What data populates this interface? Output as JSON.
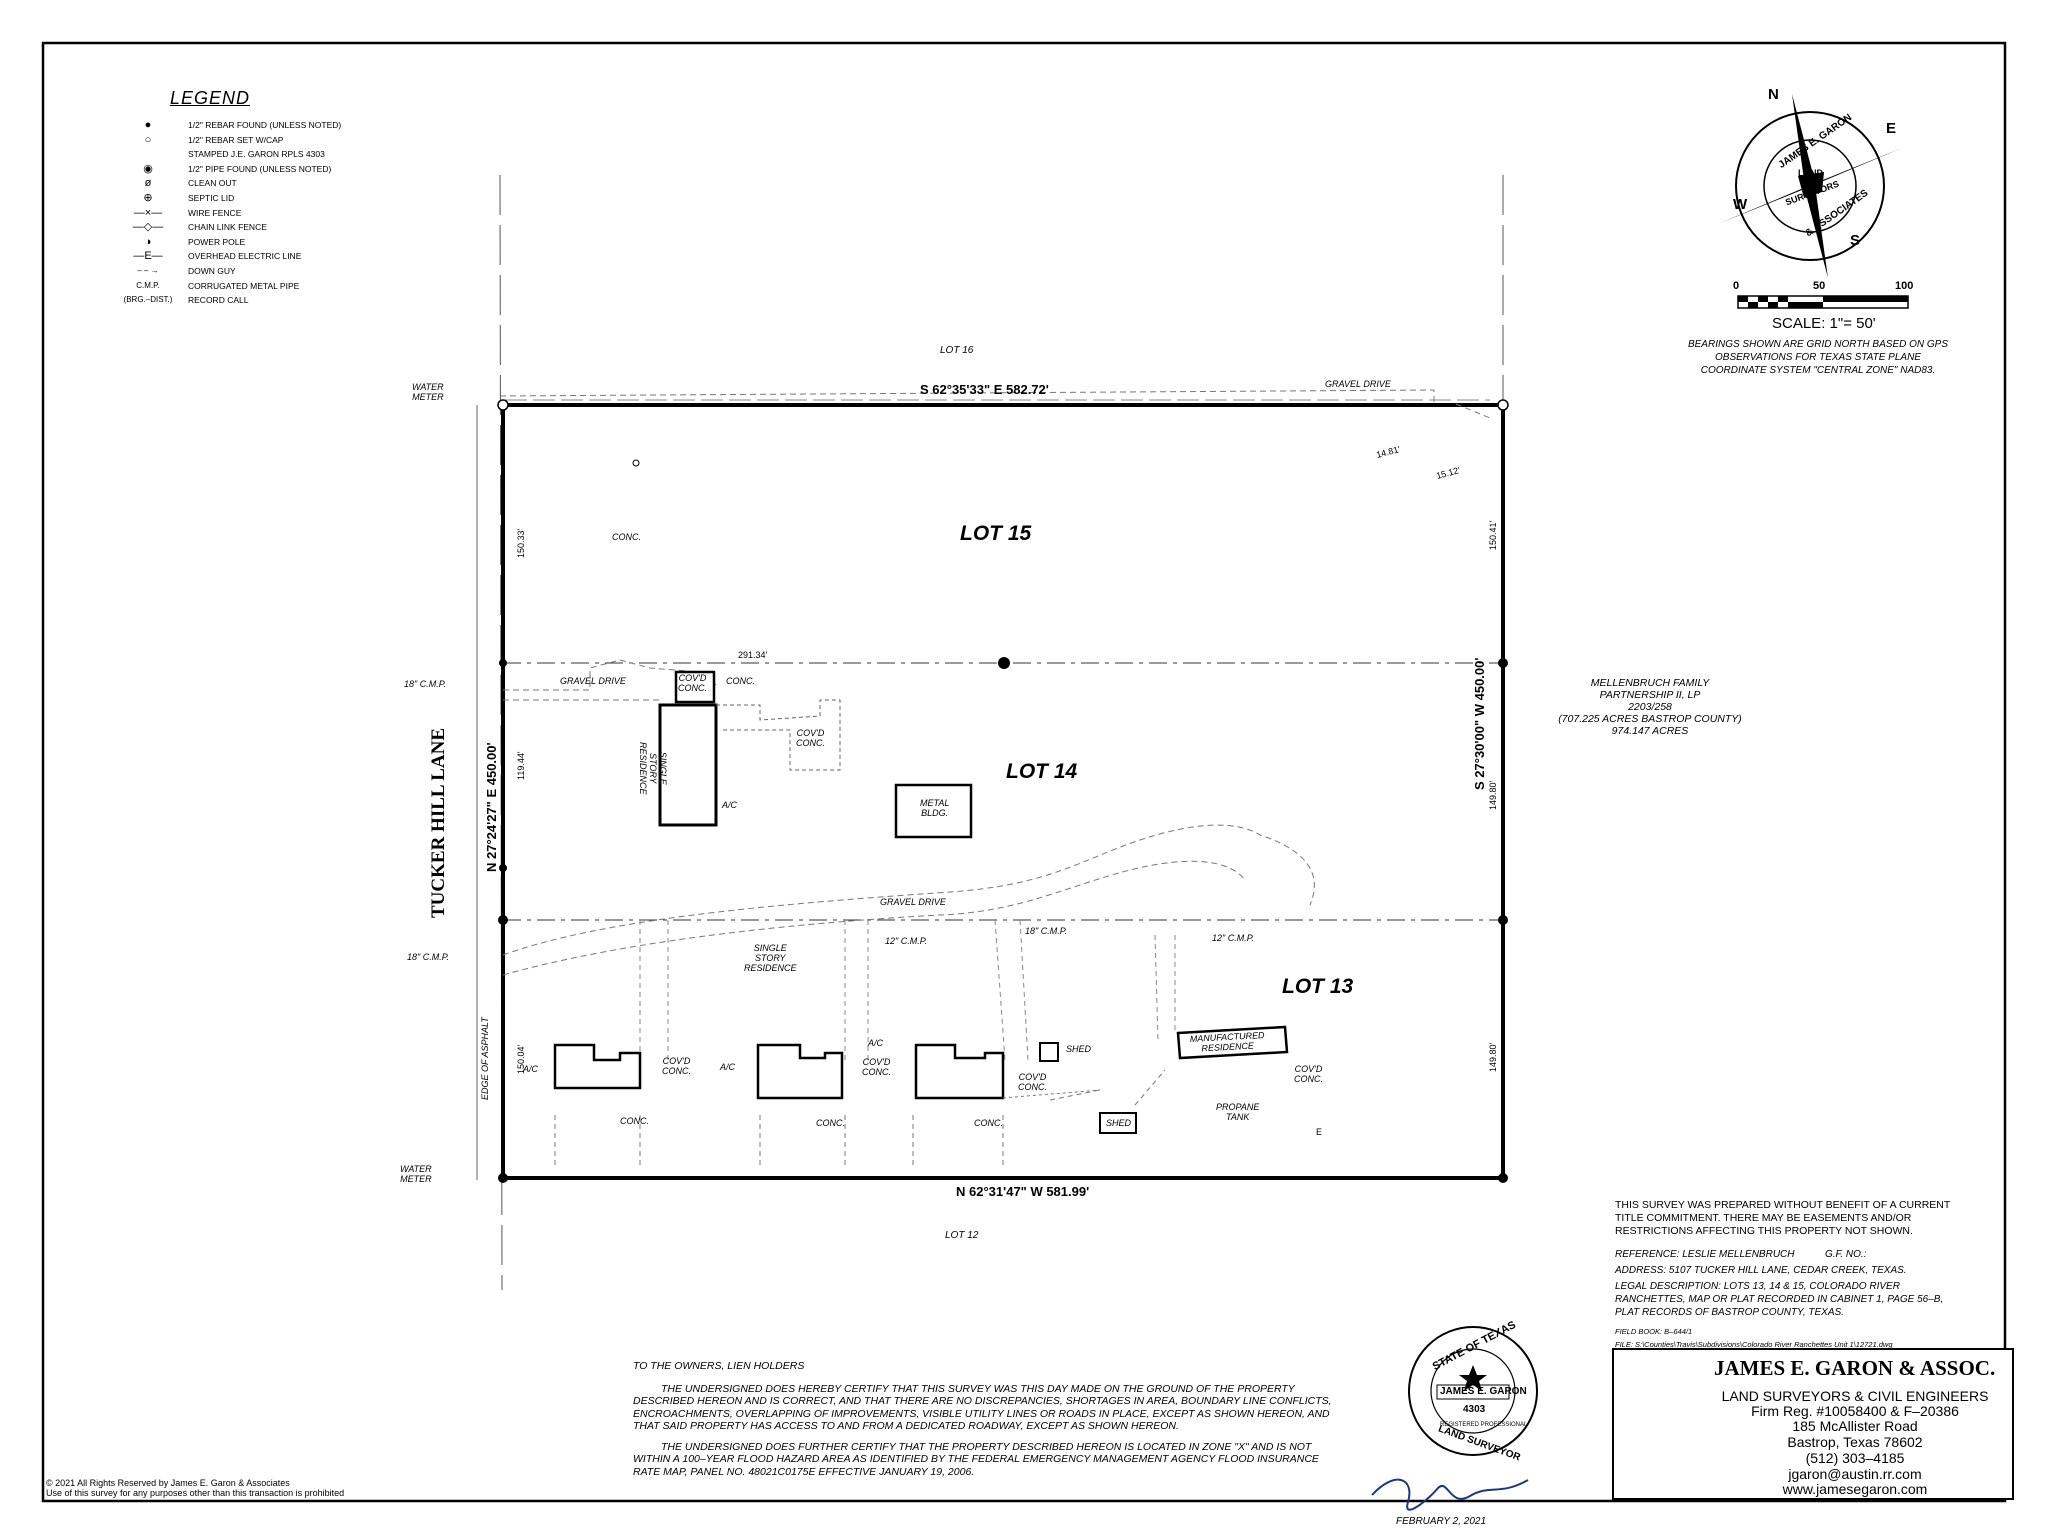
{
  "legend": {
    "title": "LEGEND",
    "items": [
      {
        "symbol": "●",
        "label": "1/2\" REBAR FOUND (UNLESS NOTED)"
      },
      {
        "symbol": "○",
        "label": "1/2\" REBAR SET W/CAP"
      },
      {
        "symbol": "",
        "label": "STAMPED J.E. GARON RPLS 4303"
      },
      {
        "symbol": "◉",
        "label": "1/2\" PIPE FOUND (UNLESS NOTED)"
      },
      {
        "symbol": "ø",
        "label": "CLEAN OUT"
      },
      {
        "symbol": "⊕",
        "label": "SEPTIC LID"
      },
      {
        "symbol": "—×—",
        "label": "WIRE FENCE"
      },
      {
        "symbol": "—◇—",
        "label": "CHAIN LINK FENCE"
      },
      {
        "symbol": "◑",
        "label": "POWER POLE"
      },
      {
        "symbol": "—E—",
        "label": "OVERHEAD ELECTRIC LINE"
      },
      {
        "symbol": "– – →",
        "label": "DOWN GUY"
      },
      {
        "symbol": "C.M.P.",
        "label": "CORRUGATED METAL PIPE"
      },
      {
        "symbol": "(BRG.–DIST.)",
        "label": "RECORD CALL"
      }
    ]
  },
  "north_arrow": {
    "n": "N",
    "e": "E",
    "s": "S",
    "w": "W",
    "ring_text": "JAMES E. GARON",
    "ring_text2": "& ASSOCIATES",
    "inner_top": "LAND",
    "inner_bottom": "SURVEYORS"
  },
  "scale_bar": {
    "ticks": [
      "0",
      "50",
      "100"
    ],
    "label": "SCALE:  1\"= 50'"
  },
  "bearing_note": "BEARINGS SHOWN ARE GRID NORTH BASED ON GPS OBSERVATIONS FOR TEXAS STATE PLANE COORDINATE SYSTEM \"CENTRAL ZONE\" NAD83.",
  "plat": {
    "lot16": "LOT 16",
    "lot15": "LOT 15",
    "lot14": "LOT 14",
    "lot13": "LOT 13",
    "lot12": "LOT 12",
    "north_call": "S 62°35'33\" E  582.72'",
    "south_call": "N 62°31'47\" W  581.99'",
    "east_call": "S 27°30'00\" W  450.00'",
    "west_call": "N 27°24'27\" E  450.00'",
    "road_name": "TUCKER HILL LANE",
    "water_meter": "WATER\nMETER",
    "gravel_drive": "GRAVEL DRIVE",
    "dim_29134": "291.34'",
    "dim_15033": "150.33'",
    "dim_11944": "119.44'",
    "dim_15004": "150.04'",
    "dim_15041": "150.41'",
    "dim_14980a": "149.80'",
    "dim_14980b": "149.80'",
    "dim_1481": "14.81'",
    "dim_1512": "15.12'",
    "cmp18": "18\" C.M.P.",
    "cmp12": "12\" C.M.P.",
    "conc": "CONC.",
    "covd_conc": "COV'D\nCONC.",
    "single_story_res": "SINGLE\nSTORY\nRESIDENCE",
    "metal_bldg": "METAL\nBLDG.",
    "ac": "A/C",
    "shed": "SHED",
    "manufactured_res": "MANUFACTURED\nRESIDENCE",
    "propane_tank": "PROPANE\nTANK",
    "edge_asphalt": "EDGE OF ASPHALT",
    "e_mark": "E"
  },
  "adjoiner": {
    "text": "MELLENBRUCH FAMILY\nPARTNERSHIP II, LP\n2203/258\n(707.225 ACRES BASTROP COUNTY)\n974.147 ACRES"
  },
  "notes": {
    "disclaimer": "THIS SURVEY WAS PREPARED WITHOUT BENEFIT OF A CURRENT TITLE COMMITMENT. THERE MAY BE EASEMENTS AND/OR RESTRICTIONS AFFECTING THIS PROPERTY NOT SHOWN.",
    "reference": "REFERENCE:  LESLIE MELLENBRUCH",
    "gf": "G.F. NO.:",
    "address": "ADDRESS:  5107 TUCKER HILL LANE, CEDAR CREEK, TEXAS.",
    "legal": "LEGAL DESCRIPTION:  LOTS 13, 14 & 15, COLORADO RIVER RANCHETTES, MAP OR PLAT RECORDED IN CABINET 1, PAGE 56–B, PLAT RECORDS OF BASTROP COUNTY, TEXAS.",
    "field_book": "FIELD BOOK:  B–644/1",
    "file": "FILE:  S:\\Counties\\Travis\\Subdivisions\\Colorado River Ranchettes Unit 1\\12721.dwg"
  },
  "certification": {
    "to": "TO THE OWNERS, LIEN HOLDERS",
    "p1": "THE UNDERSIGNED DOES HEREBY CERTIFY THAT THIS SURVEY WAS THIS DAY MADE ON THE GROUND OF THE PROPERTY DESCRIBED HEREON AND IS CORRECT, AND THAT THERE ARE NO DISCREPANCIES, SHORTAGES IN AREA, BOUNDARY LINE CONFLICTS, ENCROACHMENTS, OVERLAPPING OF IMPROVEMENTS, VISIBLE UTILITY LINES OR ROADS IN PLACE, EXCEPT AS SHOWN HEREON, AND THAT SAID PROPERTY HAS ACCESS TO AND FROM A DEDICATED ROADWAY, EXCEPT AS SHOWN HEREON.",
    "p2": "THE UNDERSIGNED DOES FURTHER CERTIFY THAT THE PROPERTY DESCRIBED HEREON IS LOCATED IN ZONE  \"X\"  AND IS NOT WITHIN A 100–YEAR FLOOD HAZARD AREA AS IDENTIFIED BY THE FEDERAL EMERGENCY MANAGEMENT AGENCY FLOOD INSURANCE RATE MAP, PANEL NO. 48021C0175E EFFECTIVE JANUARY 19, 2006."
  },
  "seal": {
    "top": "STATE OF TEXAS",
    "name": "JAMES E. GARON",
    "number": "4303",
    "bottom": "LAND SURVEYOR",
    "reg": "REGISTERED PROFESSIONAL"
  },
  "signature_date": "FEBRUARY 2, 2021",
  "title_block": {
    "firm": "JAMES E. GARON & ASSOC.",
    "line1": "LAND SURVEYORS & CIVIL ENGINEERS",
    "line2": "Firm Reg. #10058400 & F–20386",
    "line3": "185 McAllister Road",
    "line4": "Bastrop, Texas 78602",
    "line5": "(512) 303–4185",
    "line6": "jgaron@austin.rr.com",
    "line7": "www.jamesegaron.com"
  },
  "footer": {
    "copyright": "© 2021 All Rights Reserved by James E. Garon & Associates",
    "use": "Use of this survey for any purposes other than this transaction is prohibited"
  }
}
